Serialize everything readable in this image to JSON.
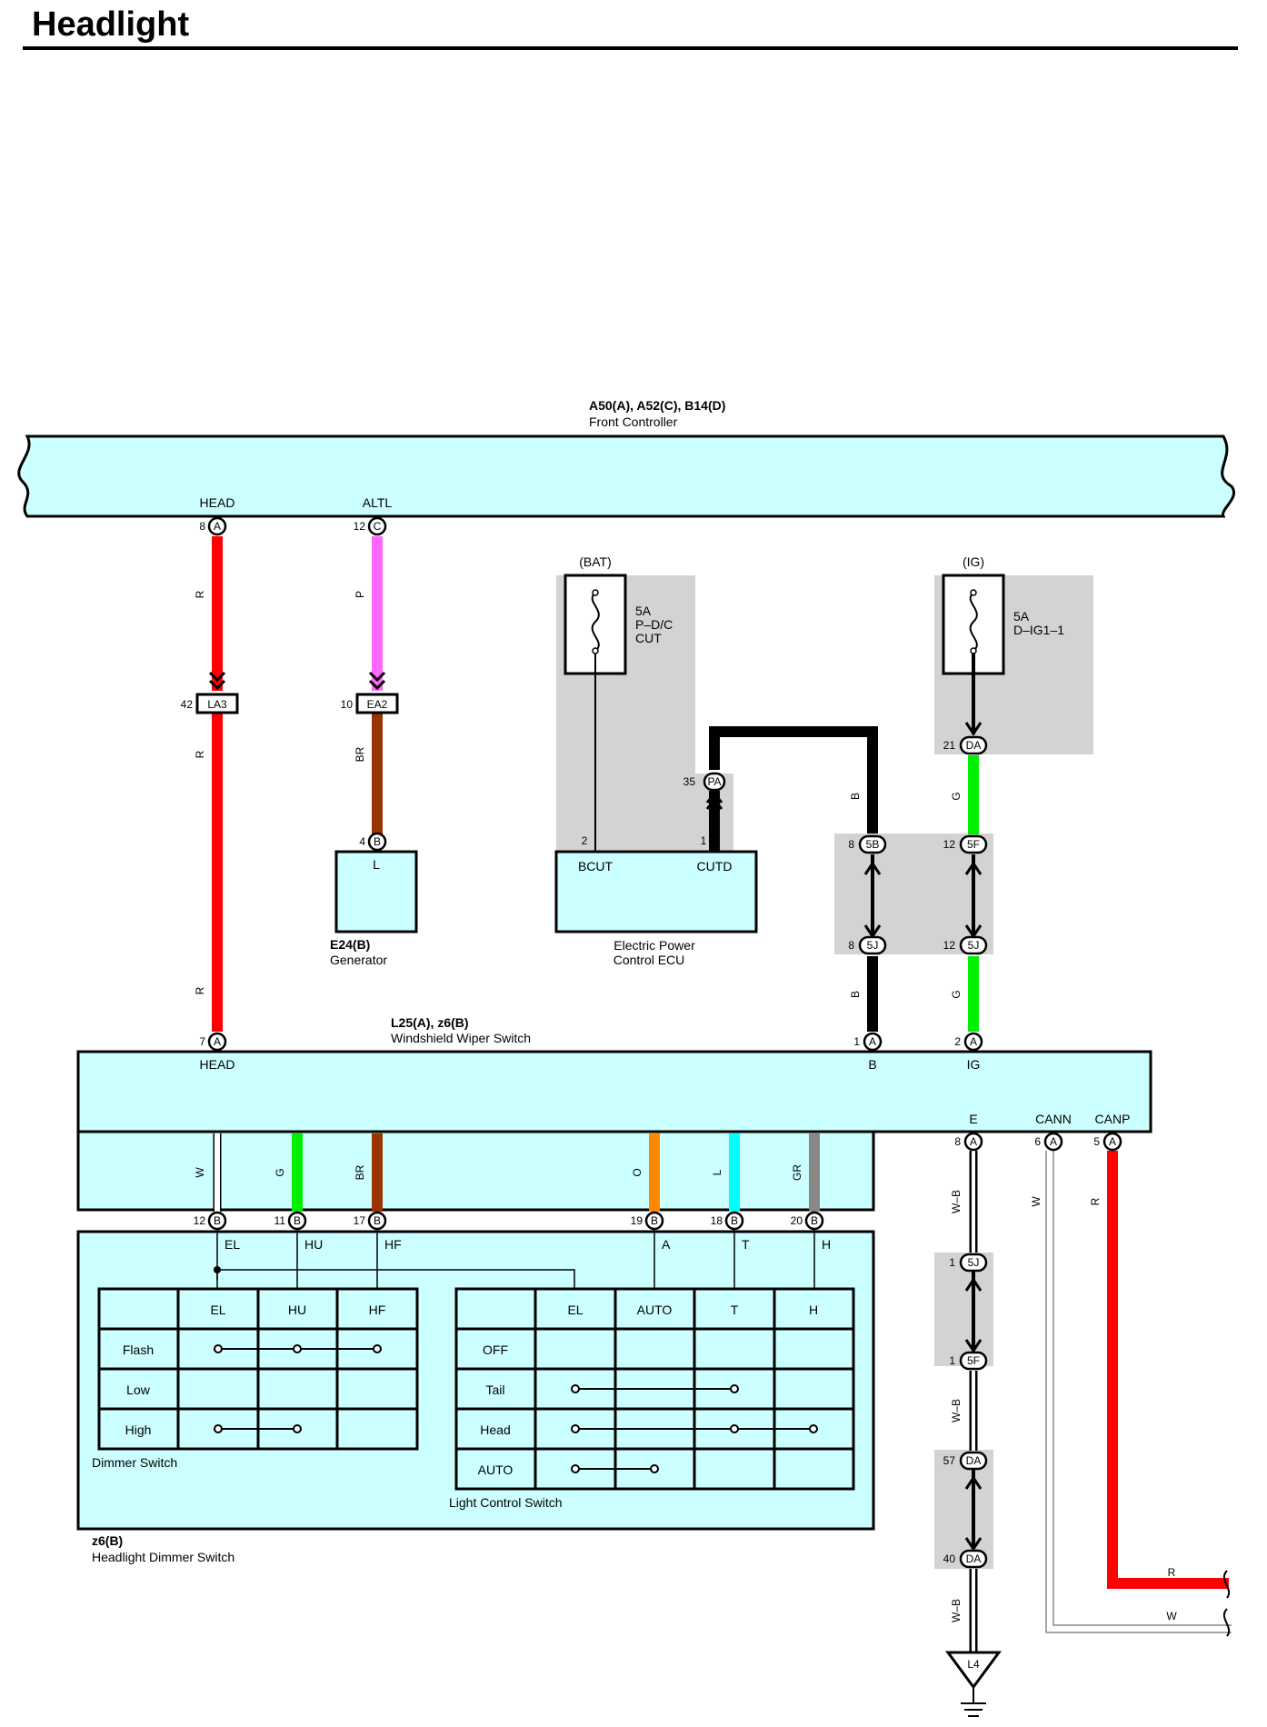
{
  "title": "Headlight",
  "colors": {
    "box_fill": "#ccffff",
    "shade": "#d3d3d3",
    "R": "#ff0000",
    "P": "#ff66ff",
    "BR": "#993300",
    "G": "#00ee00",
    "B": "#000000",
    "O": "#ff8800",
    "L": "#00ffff",
    "GR": "#888888",
    "W": "#ffffff"
  },
  "front_controller": {
    "code": "A50(A), A52(C), B14(D)",
    "name": "Front Controller",
    "pin_head": "HEAD",
    "pin_altl": "ALTL"
  },
  "head_wire": {
    "pin_no": "8",
    "conn": "A",
    "wire": "R",
    "junction_no": "42",
    "junction": "LA3",
    "end_no": "7",
    "end_conn": "A"
  },
  "altl_wire": {
    "pin_no": "12",
    "conn": "C",
    "wire": "P",
    "junction_no": "10",
    "junction": "EA2",
    "wire2": "BR",
    "gen_pin_no": "4",
    "gen_conn": "B"
  },
  "generator": {
    "terminal": "L",
    "code": "E24(B)",
    "name": "Generator"
  },
  "bat_fuse": {
    "source": "(BAT)",
    "rating": "5A",
    "name1": "P–D/C",
    "name2": "CUT"
  },
  "ig_fuse": {
    "source": "(IG)",
    "rating": "5A",
    "name": "D–IG1–1"
  },
  "ecu": {
    "pin_bcut_no": "2",
    "pin_cutd_no": "1",
    "bcut": "BCUT",
    "cutd": "CUTD",
    "name1": "Electric Power",
    "name2": "Control ECU",
    "pa_no": "35",
    "pa": "PA"
  },
  "b_wire": {
    "label": "B",
    "c1_no": "8",
    "c1": "5B",
    "c2_no": "8",
    "c2": "5J",
    "end_no": "1",
    "end_conn": "A"
  },
  "g_wire": {
    "label": "G",
    "da_no": "21",
    "da": "DA",
    "c1_no": "12",
    "c1": "5F",
    "c2_no": "12",
    "c2": "5J",
    "end_no": "2",
    "end_conn": "A"
  },
  "wiper_switch": {
    "code": "L25(A), z6(B)",
    "name": "Windshield Wiper Switch",
    "head": "HEAD",
    "b": "B",
    "ig": "IG",
    "e": "E",
    "cann": "CANN",
    "canp": "CANP",
    "e_no": "8",
    "cann_no": "6",
    "canp_no": "5",
    "conn": "A"
  },
  "bottom_wires": [
    {
      "color_code": "W",
      "pin": "12",
      "conn": "B",
      "term": "EL"
    },
    {
      "color_code": "G",
      "pin": "11",
      "conn": "B",
      "term": "HU"
    },
    {
      "color_code": "BR",
      "pin": "17",
      "conn": "B",
      "term": "HF"
    },
    {
      "color_code": "O",
      "pin": "19",
      "conn": "B",
      "term": "A"
    },
    {
      "color_code": "L",
      "pin": "18",
      "conn": "B",
      "term": "T"
    },
    {
      "color_code": "GR",
      "pin": "20",
      "conn": "B",
      "term": "H"
    }
  ],
  "dimmer_switch": {
    "name": "Dimmer Switch",
    "cols": [
      "EL",
      "HU",
      "HF"
    ],
    "rows": [
      "Flash",
      "Low",
      "High"
    ]
  },
  "light_control_switch": {
    "name": "Light Control Switch",
    "cols": [
      "EL",
      "AUTO",
      "T",
      "H"
    ],
    "rows": [
      "OFF",
      "Tail",
      "Head",
      "AUTO"
    ]
  },
  "headlight_dimmer": {
    "code": "z6(B)",
    "name": "Headlight Dimmer Switch"
  },
  "ground_path": {
    "wire": "W–B",
    "c1_no": "1",
    "c1": "5J",
    "c2_no": "1",
    "c2": "5F",
    "c3_no": "57",
    "c3": "DA",
    "c4_no": "40",
    "c4": "DA",
    "ground": "L4"
  },
  "can_wires": {
    "cann_wire": "W",
    "canp_wire": "R",
    "r_end": "R",
    "w_end": "W"
  }
}
